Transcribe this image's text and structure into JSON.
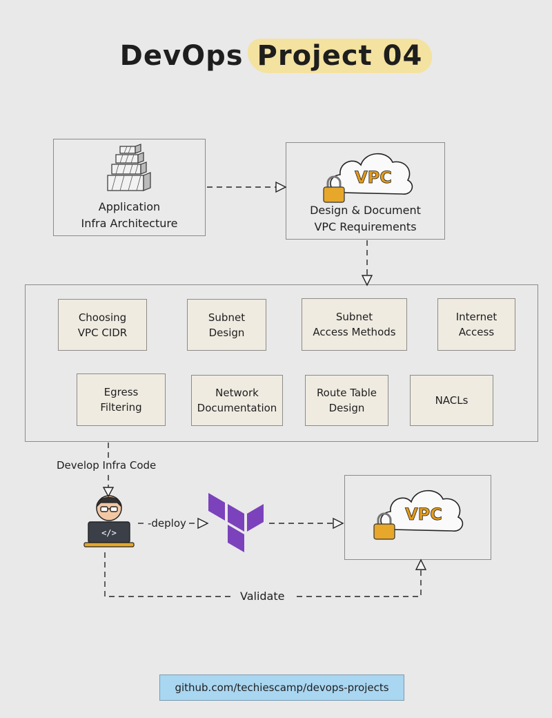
{
  "title": {
    "part1": "DevOps",
    "part2": "Project 04"
  },
  "top_boxes": {
    "app": {
      "label": "Application\nInfra Architecture",
      "icon": "layered-stack-icon"
    },
    "vpc_design": {
      "label": "Design & Document\nVPC Requirements",
      "icon": "vpc-cloud-icon",
      "cloud_text": "VPC"
    }
  },
  "tasks": [
    {
      "label": "Choosing\nVPC CIDR"
    },
    {
      "label": "Subnet\nDesign"
    },
    {
      "label": "Subnet\nAccess Methods"
    },
    {
      "label": "Internet\nAccess"
    },
    {
      "label": "Egress\nFiltering"
    },
    {
      "label": "Network\nDocumentation"
    },
    {
      "label": "Route Table\nDesign"
    },
    {
      "label": "NACLs"
    }
  ],
  "flow": {
    "develop_label": "Develop Infra Code",
    "deploy_label": "-deploy",
    "validate_label": "Validate",
    "developer_icon": "developer-laptop-icon",
    "tool_icon": "terraform-logo-icon",
    "result_cloud_text": "VPC"
  },
  "footer": {
    "link": "github.com/techiescamp/devops-projects"
  },
  "colors": {
    "background": "#e9e9e9",
    "highlight": "#f4e2a0",
    "card": "#efebe1",
    "terraform": "#7b42bc",
    "vpc_text": "#e39b1c",
    "lock": "#e6a72a",
    "footer_bg": "#a9d6f1"
  }
}
